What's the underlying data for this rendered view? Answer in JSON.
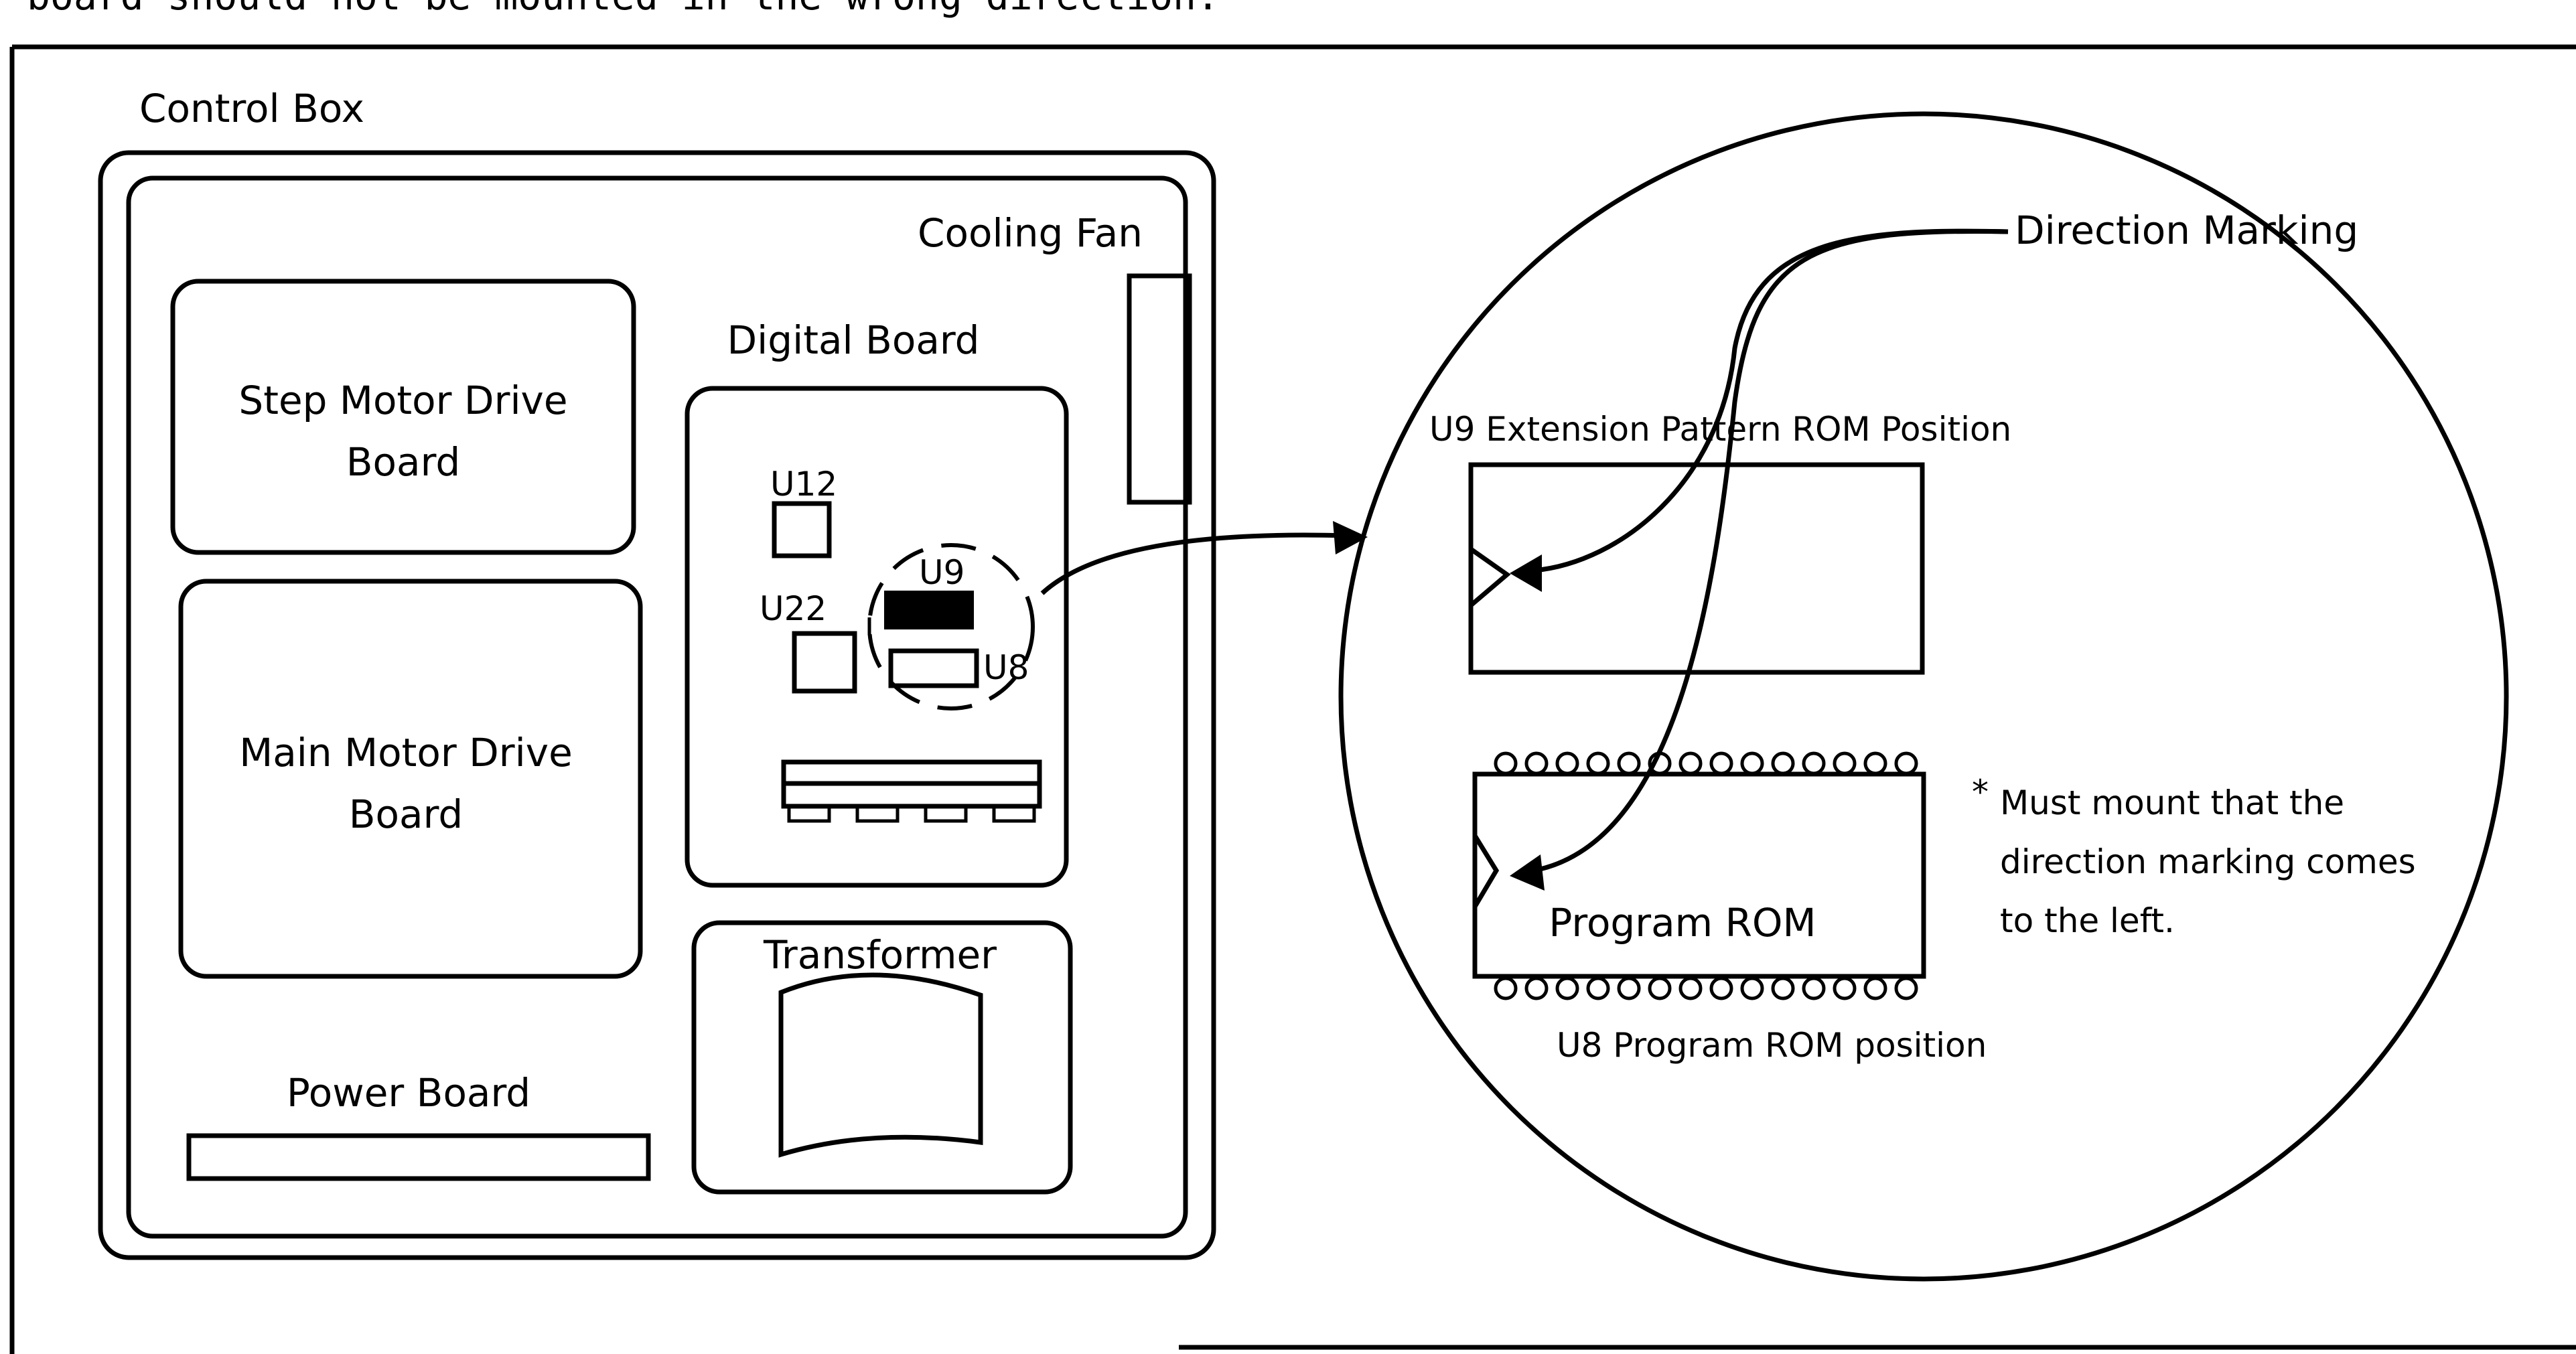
{
  "header_fragment": "board should not be mounted in the wrong direction.",
  "labels": {
    "control_box": "Control Box",
    "cooling_fan": "Cooling Fan",
    "digital_board": "Digital Board",
    "step_motor_line1": "Step Motor Drive",
    "step_motor_line2": "Board",
    "main_motor_line1": "Main Motor Drive",
    "main_motor_line2": "Board",
    "power_board": "Power Board",
    "transformer": "Transformer",
    "u12": "U12",
    "u22": "U22",
    "u9": "U9",
    "u8": "U8",
    "direction_marking": "Direction Marking",
    "u9_ext_rom_position": "U9 Extension Pattern ROM Position",
    "program_rom": "Program ROM",
    "u8_program_rom_position": "U8 Program ROM position",
    "note_star": "*",
    "note_line1": "Must mount that the",
    "note_line2": "direction marking comes",
    "note_line3": "to the left."
  }
}
